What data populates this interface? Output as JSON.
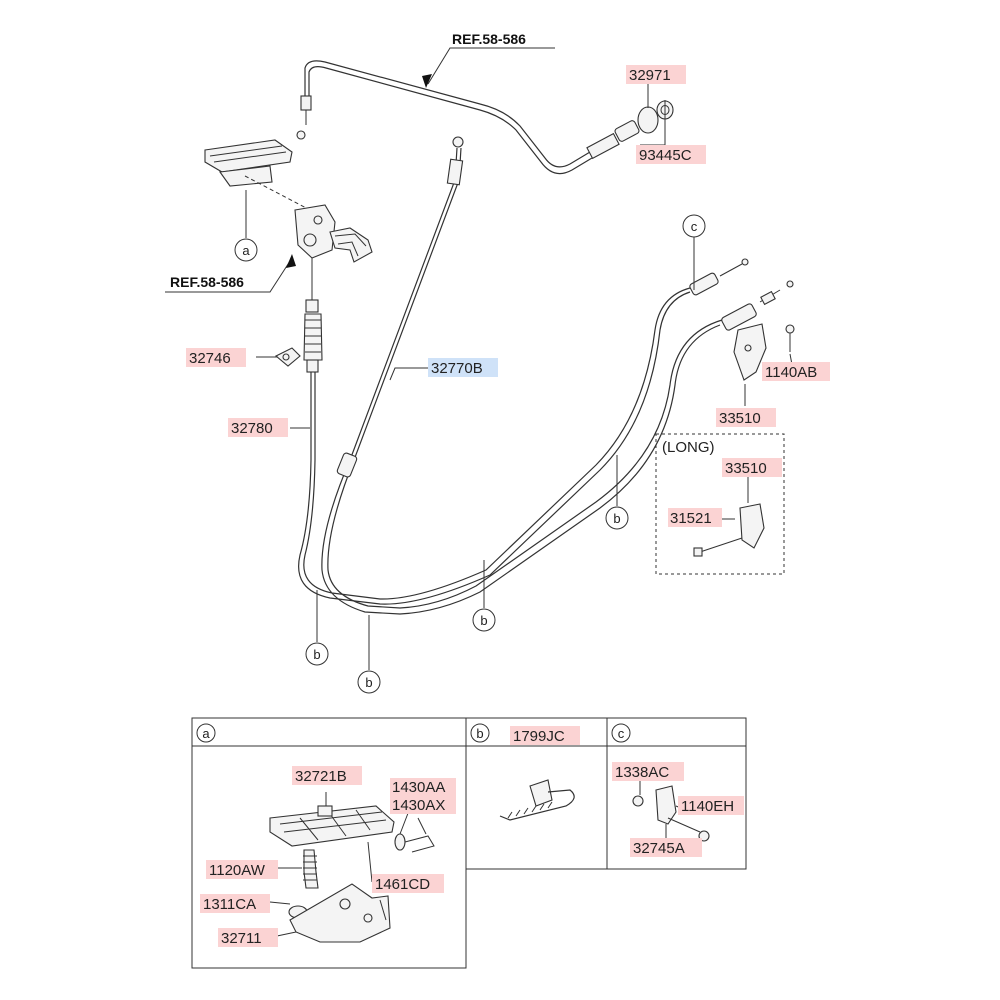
{
  "colors": {
    "label_bg": "#fbd3d3",
    "highlight_bg": "#cfe2f8",
    "line": "#333333"
  },
  "refs": {
    "top": "REF.58-586",
    "left": "REF.58-586"
  },
  "parts": {
    "p32971": "32971",
    "p93445C": "93445C",
    "p32746": "32746",
    "p32770B": "32770B",
    "p32780": "32780",
    "p1140AB": "1140AB",
    "p33510": "33510",
    "p33510_long": "33510",
    "p31521": "31521"
  },
  "long_label": "(LONG)",
  "callouts": {
    "a": "a",
    "b": "b",
    "c": "c"
  },
  "detail": {
    "a": {
      "key": "a",
      "parts": {
        "p32721B": "32721B",
        "p1430AA": "1430AA",
        "p1430AX": "1430AX",
        "p1120AW": "1120AW",
        "p1461CD": "1461CD",
        "p1311CA": "1311CA",
        "p32711": "32711"
      }
    },
    "b": {
      "key": "b",
      "parts": {
        "p1799JC": "1799JC"
      }
    },
    "c": {
      "key": "c",
      "parts": {
        "p1338AC": "1338AC",
        "p1140EH": "1140EH",
        "p32745A": "32745A"
      }
    }
  }
}
